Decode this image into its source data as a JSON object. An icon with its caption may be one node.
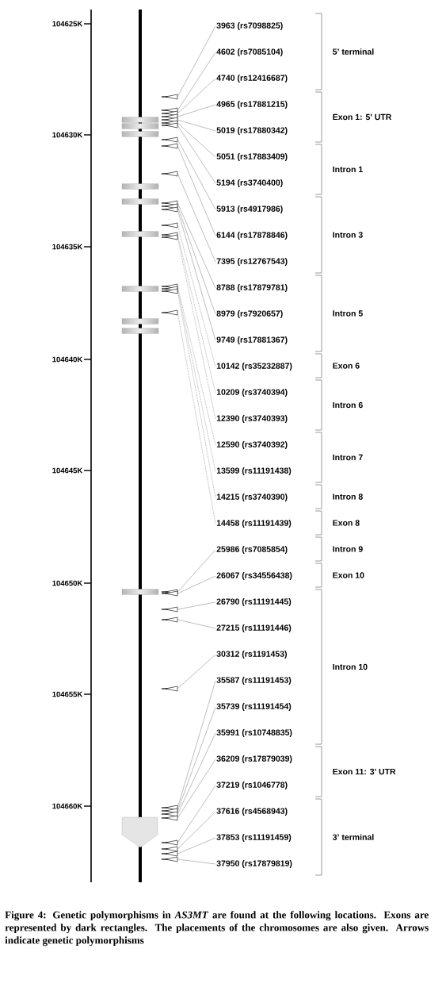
{
  "diagram": {
    "caption": "Figure 4: Genetic polymorphisms in *AS3MT* are found at the following locations. Exons are represented by dark rectangles. The placements of the chromosomes are also given. Arrows indicate genetic polymorphisms",
    "nodes": [
      {
        "text": [
          "3963 (rs7098825)"
        ]
      },
      {
        "text": [
          "4602 (rs7085104)"
        ]
      },
      {
        "text": [
          "4740 (rs12416687)"
        ]
      },
      {
        "text": [
          "4965 (rs17881215)"
        ]
      },
      {
        "text": [
          "5019 (rs17880342)"
        ]
      },
      {
        "text": [
          "5051 (rs17883409)"
        ]
      },
      {
        "text": [
          "5194 (rs3740400)"
        ]
      },
      {
        "text": [
          "5913 (rs4917986)"
        ]
      },
      {
        "text": [
          "6144 (rs17878846)"
        ]
      },
      {
        "text": [
          "7395 (rs12767543)"
        ]
      },
      {
        "text": [
          "8788 (rs17879781)"
        ]
      },
      {
        "text": [
          "8979 (rs7920657)"
        ]
      },
      {
        "text": [
          "9749 (rs17881367)"
        ]
      },
      {
        "text": [
          "10142 (rs35232887)"
        ]
      },
      {
        "text": [
          "10209 (rs3740394)"
        ]
      },
      {
        "text": [
          "12390 (rs3740393)"
        ]
      },
      {
        "text": [
          "12590 (rs3740392)"
        ]
      },
      {
        "text": [
          "13599 (rs11191438)"
        ]
      },
      {
        "text": [
          "14215 (rs3740390)"
        ]
      },
      {
        "text": [
          "14458 (rs11191439)"
        ]
      },
      {
        "text": [
          "25986 (rs7085854)"
        ]
      },
      {
        "text": [
          "26067 (rs34556438)"
        ]
      },
      {
        "text": [
          "26790 (rs11191445)"
        ]
      },
      {
        "text": [
          "27215 (rs11191446)"
        ]
      },
      {
        "text": [
          "30312 (rs1191453)"
        ]
      },
      {
        "text": [
          "35587 (rs11191453)"
        ]
      },
      {
        "text": [
          "35739 (rs11191454)"
        ]
      },
      {
        "text": [
          "35991 (rs10748835)"
        ]
      },
      {
        "text": [
          "36209 (rs17879039)"
        ]
      },
      {
        "text": [
          "37219 (rs1046778)"
        ]
      },
      {
        "text": [
          "37616 (rs4568943)"
        ]
      },
      {
        "text": [
          "37853 (rs11191459)"
        ]
      },
      {
        "text": [
          "37950 (rs17879819)"
        ]
      },
      {
        "text": [],
        "shape": "triangle"
      },
      {
        "text": [],
        "shape": "triangle"
      },
      {
        "text": [],
        "shape": "triangle"
      },
      {
        "text": [],
        "shape": "triangle"
      },
      {
        "text": [],
        "shape": "triangle"
      },
      {
        "text": [],
        "shape": "triangle"
      },
      {
        "text": [],
        "shape": "triangle"
      },
      {
        "text": [],
        "shape": "triangle"
      },
      {
        "text": [],
        "shape": "triangle"
      },
      {
        "text": [],
        "shape": "triangle"
      },
      {
        "text": [],
        "shape": "triangle"
      },
      {
        "text": [],
        "shape": "triangle"
      },
      {
        "text": [],
        "shape": "triangle"
      },
      {
        "text": [],
        "shape": "triangle"
      },
      {
        "text": [],
        "shape": "triangle"
      },
      {
        "text": [],
        "shape": "triangle"
      },
      {
        "text": [],
        "shape": "triangle"
      },
      {
        "text": [],
        "shape": "triangle"
      },
      {
        "text": [],
        "shape": "triangle"
      },
      {
        "text": [],
        "shape": "triangle"
      },
      {
        "text": [],
        "shape": "triangle"
      },
      {
        "text": [],
        "shape": "triangle"
      },
      {
        "text": [],
        "shape": "triangle"
      },
      {
        "text": [],
        "shape": "triangle"
      },
      {
        "text": [],
        "shape": "triangle"
      },
      {
        "text": [],
        "shape": "triangle"
      },
      {
        "text": [],
        "shape": "triangle"
      },
      {
        "text": [],
        "shape": "triangle"
      },
      {
        "text": [],
        "shape": "triangle"
      },
      {
        "text": [],
        "shape": "triangle"
      },
      {
        "text": [],
        "shape": "triangle"
      },
      {
        "text": [],
        "shape": "triangle"
      },
      {
        "text": [],
        "shape": "triangle"
      }
    ],
    "edges": [
      {
        "from": 0,
        "to": 33,
        "arrow": "none"
      },
      {
        "from": 1,
        "to": 34,
        "arrow": "none"
      },
      {
        "from": 2,
        "to": 35,
        "arrow": "none"
      },
      {
        "from": 3,
        "to": 36,
        "arrow": "none"
      },
      {
        "from": 4,
        "to": 37,
        "arrow": "none"
      },
      {
        "from": 5,
        "to": 38,
        "arrow": "none"
      },
      {
        "from": 6,
        "to": 39,
        "arrow": "none"
      },
      {
        "from": 7,
        "to": 40,
        "arrow": "none"
      },
      {
        "from": 8,
        "to": 41,
        "arrow": "none"
      },
      {
        "from": 9,
        "to": 42,
        "arrow": "none"
      },
      {
        "from": 10,
        "to": 43,
        "arrow": "none"
      },
      {
        "from": 11,
        "to": 44,
        "arrow": "none"
      },
      {
        "from": 12,
        "to": 45,
        "arrow": "none"
      },
      {
        "from": 13,
        "to": 46,
        "arrow": "none",
        "style": "dashed"
      },
      {
        "from": 14,
        "to": 47,
        "arrow": "none",
        "style": "dashed"
      },
      {
        "from": 15,
        "to": 48,
        "arrow": "none",
        "style": "dashed"
      },
      {
        "from": 16,
        "to": 49,
        "arrow": "none",
        "style": "dashed"
      },
      {
        "from": 17,
        "to": 50,
        "arrow": "none",
        "style": "dashed"
      },
      {
        "from": 18,
        "to": 51,
        "arrow": "none",
        "style": "dashed"
      },
      {
        "from": 19,
        "to": 52,
        "arrow": "none",
        "style": "dashed"
      },
      {
        "from": 20,
        "to": 53,
        "arrow": "none"
      },
      {
        "from": 21,
        "to": 54,
        "arrow": "none"
      },
      {
        "from": 22,
        "to": 55,
        "arrow": "none"
      },
      {
        "from": 23,
        "to": 56,
        "arrow": "none"
      },
      {
        "from": 24,
        "to": 57,
        "arrow": "none"
      },
      {
        "from": 25,
        "to": 58,
        "arrow": "none"
      },
      {
        "from": 26,
        "to": 59,
        "arrow": "none"
      },
      {
        "from": 27,
        "to": 60,
        "arrow": "none"
      },
      {
        "from": 28,
        "to": 61,
        "arrow": "none"
      },
      {
        "from": 29,
        "to": 62,
        "arrow": "none"
      },
      {
        "from": 30,
        "to": 63,
        "arrow": "none"
      },
      {
        "from": 31,
        "to": 64,
        "arrow": "none"
      },
      {
        "from": 32,
        "to": 65,
        "arrow": "none"
      }
    ],
    "labels": [
      "104625K",
      "104630K",
      "104635K",
      "104640K",
      "104645K",
      "104650K",
      "104655K",
      "104660K",
      "5’ terminal",
      "Exon 1: 5' UTR",
      "Intron 1",
      "Intron 3",
      "Intron 5",
      "Exon 6",
      "Intron 6",
      "Intron 7",
      "Intron 8",
      "Exon 8",
      "Intron 9",
      "Exon 10",
      "Intron 10",
      "Exon 11: 3' UTR",
      "3’ terminal"
    ]
  }
}
